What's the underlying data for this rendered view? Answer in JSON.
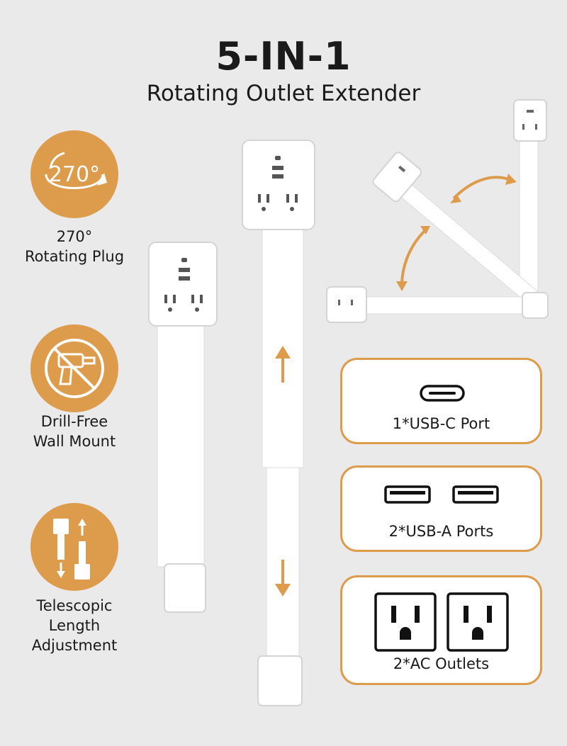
{
  "header": {
    "title": "5-IN-1",
    "subtitle": "Rotating Outlet Extender"
  },
  "features": [
    {
      "icon": "rotate-270-icon",
      "icon_text": "270°",
      "label_line1": "270°",
      "label_line2": "Rotating Plug"
    },
    {
      "icon": "no-drill-icon",
      "label_line1": "Drill-Free",
      "label_line2": "Wall Mount"
    },
    {
      "icon": "telescopic-icon",
      "label_line1": "Telescopic",
      "label_line2": "Length",
      "label_line3": "Adjustment"
    }
  ],
  "ports": [
    {
      "icon": "usb-c-port-icon",
      "label": "1*USB-C Port"
    },
    {
      "icon": "usb-a-port-icon",
      "label": "2*USB-A Ports"
    },
    {
      "icon": "ac-outlet-icon",
      "label": "2*AC Outlets"
    }
  ],
  "colors": {
    "accent": "#dd9b4c",
    "background": "#eaeaea",
    "text": "#1a1a1a",
    "product": "#ffffff"
  }
}
